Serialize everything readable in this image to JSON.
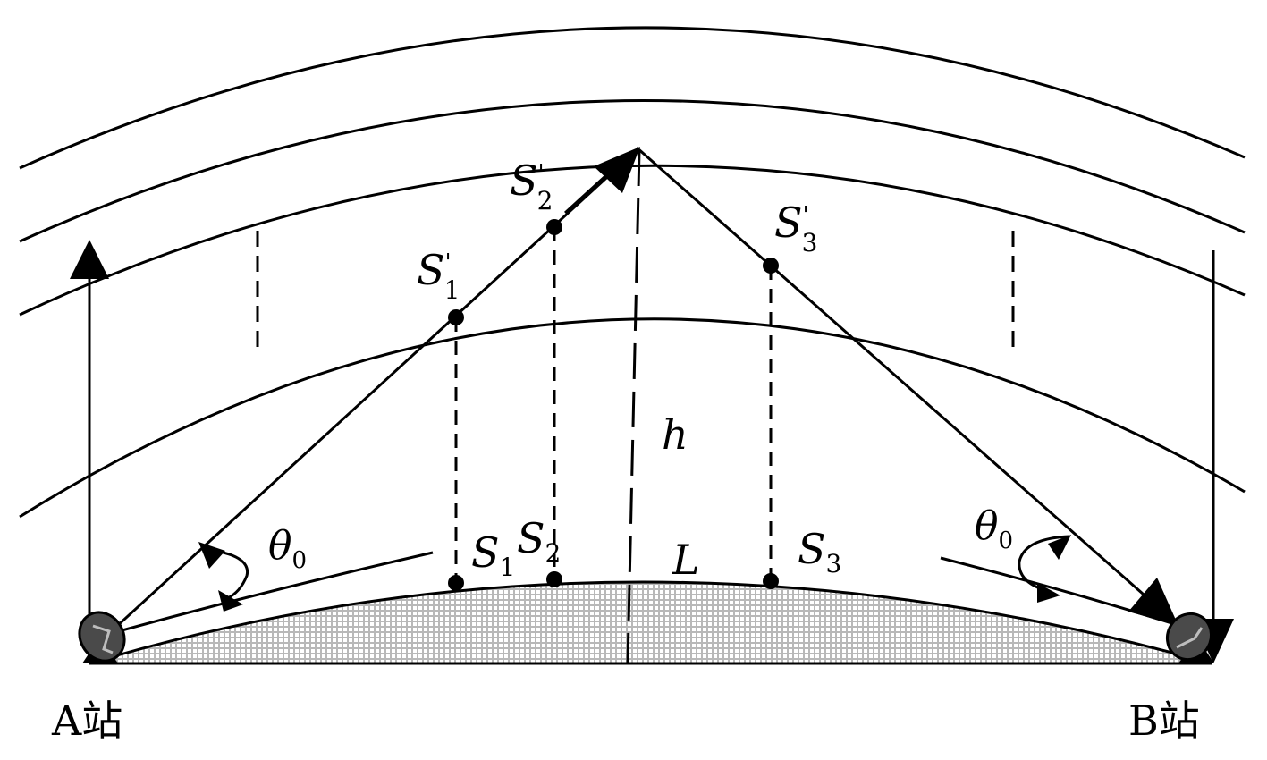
{
  "labels": {
    "station_a": "A站",
    "station_b": "B站",
    "h": "h",
    "L": "L",
    "theta": "θ",
    "theta_sub": "0",
    "S": "S",
    "prime": "'",
    "sub1": "1",
    "sub2": "2",
    "sub3": "3"
  },
  "colors": {
    "line": "#000000",
    "ground_fill": "#b8b8b8",
    "ground_grid": "#ffffff",
    "antenna": "#4a4a4a"
  }
}
